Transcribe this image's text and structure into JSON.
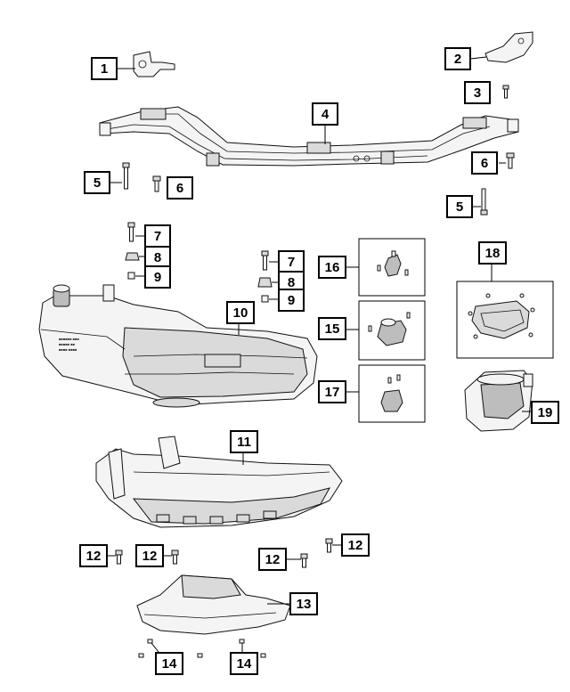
{
  "callouts": [
    {
      "id": "c1a",
      "label": "1"
    },
    {
      "id": "c2a",
      "label": "2"
    },
    {
      "id": "c3a",
      "label": "3"
    },
    {
      "id": "c4a",
      "label": "4"
    },
    {
      "id": "c5a",
      "label": "5"
    },
    {
      "id": "c5b",
      "label": "5"
    },
    {
      "id": "c6a",
      "label": "6"
    },
    {
      "id": "c6b",
      "label": "6"
    },
    {
      "id": "c7a",
      "label": "7"
    },
    {
      "id": "c7b",
      "label": "7"
    },
    {
      "id": "c8a",
      "label": "8"
    },
    {
      "id": "c8b",
      "label": "8"
    },
    {
      "id": "c9a",
      "label": "9"
    },
    {
      "id": "c9b",
      "label": "9"
    },
    {
      "id": "c10a",
      "label": "10"
    },
    {
      "id": "c11a",
      "label": "11"
    },
    {
      "id": "c12a",
      "label": "12"
    },
    {
      "id": "c12b",
      "label": "12"
    },
    {
      "id": "c12c",
      "label": "12"
    },
    {
      "id": "c12d",
      "label": "12"
    },
    {
      "id": "c13a",
      "label": "13"
    },
    {
      "id": "c14a",
      "label": "14"
    },
    {
      "id": "c14b",
      "label": "14"
    },
    {
      "id": "c15a",
      "label": "15"
    },
    {
      "id": "c16a",
      "label": "16"
    },
    {
      "id": "c17a",
      "label": "17"
    },
    {
      "id": "c18a",
      "label": "18"
    },
    {
      "id": "c19a",
      "label": "19"
    }
  ]
}
